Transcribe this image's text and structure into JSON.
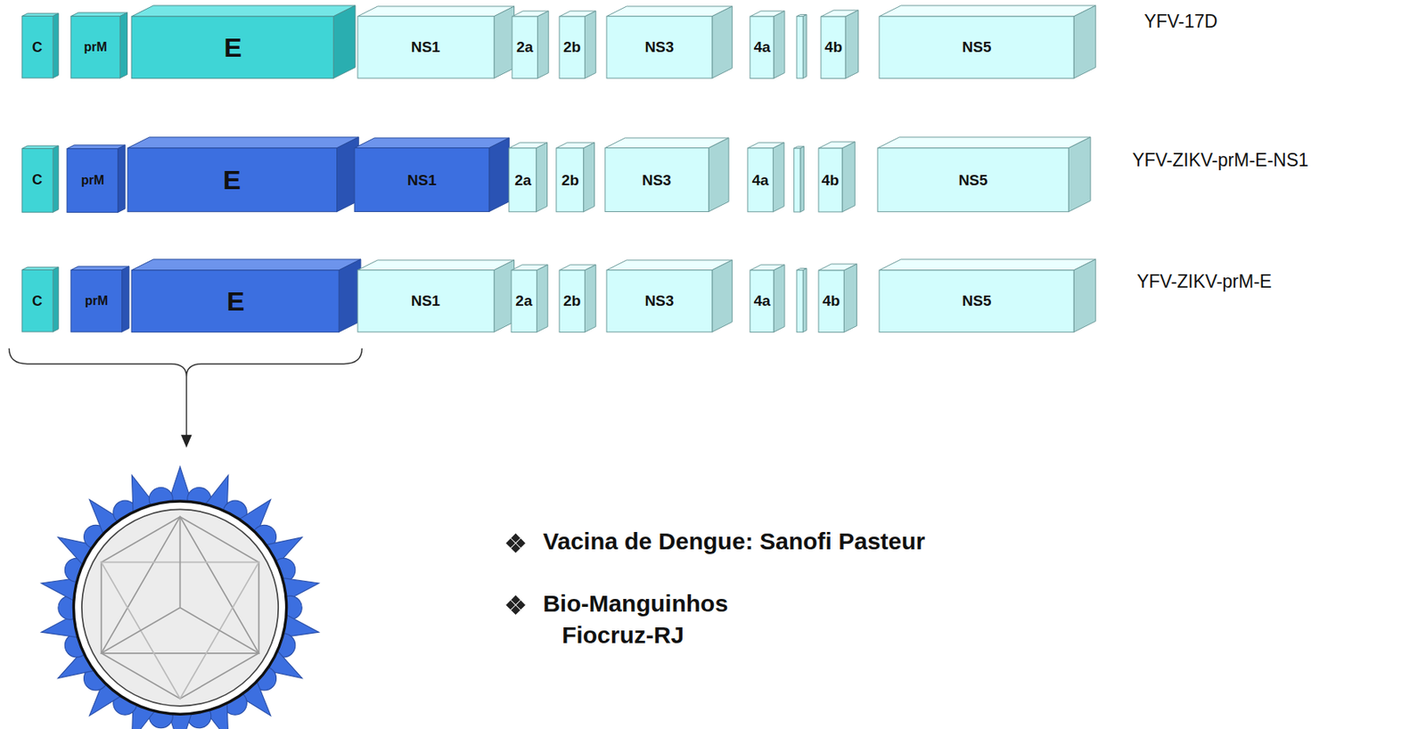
{
  "diagram": {
    "nodes": [
      {
        "text": [
          "C"
        ]
      },
      {
        "text": [
          "prM"
        ]
      },
      {
        "text": [
          "E"
        ]
      },
      {
        "text": [
          "NS1"
        ]
      },
      {
        "text": [
          "2a"
        ]
      },
      {
        "text": [
          "2b"
        ]
      },
      {
        "text": [
          "NS3"
        ]
      },
      {
        "text": [
          "4a"
        ]
      },
      {
        "text": [
          "4b"
        ]
      },
      {
        "text": [
          "NS5"
        ]
      },
      {
        "text": [
          "C"
        ]
      },
      {
        "text": [
          "prM"
        ]
      },
      {
        "text": [
          "E"
        ]
      },
      {
        "text": [
          "NS1"
        ]
      },
      {
        "text": [
          "2a"
        ]
      },
      {
        "text": [
          "2b"
        ]
      },
      {
        "text": [
          "NS3"
        ]
      },
      {
        "text": [
          "4a"
        ]
      },
      {
        "text": [
          "4b"
        ]
      },
      {
        "text": [
          "NS5"
        ]
      },
      {
        "text": [
          "C"
        ]
      },
      {
        "text": [
          "prM"
        ]
      },
      {
        "text": [
          "E"
        ]
      },
      {
        "text": [
          "NS1"
        ]
      },
      {
        "text": [
          "2a"
        ]
      },
      {
        "text": [
          "2b"
        ]
      },
      {
        "text": [
          "NS3"
        ]
      },
      {
        "text": [
          "4a"
        ]
      },
      {
        "text": [
          "4b"
        ]
      },
      {
        "text": [
          "NS5"
        ]
      }
    ],
    "labels": [
      "YFV-17D",
      "YFV-ZIKV-prM-E-NS1",
      "YFV-ZIKV-prM-E",
      "Vacina de Dengue: Sanofi Pasteur",
      "Bio-Manguinhos Fiocruz-RJ"
    ]
  }
}
